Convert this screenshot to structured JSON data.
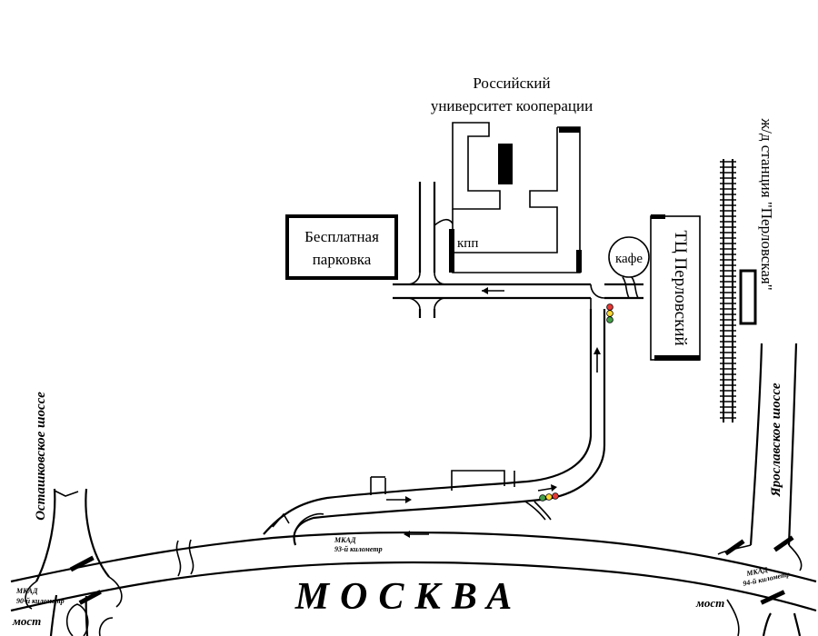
{
  "university": {
    "line1": "Российский",
    "line2": "университет кооперации"
  },
  "checkpoint": "кпп",
  "parking": {
    "line1": "Бесплатная",
    "line2": "парковка"
  },
  "cafe": "кафе",
  "mall": "ТЦ Перловский",
  "station": "ж/д станция \"Перловская\"",
  "highways": {
    "left": "Осташковское шоссе",
    "right": "Ярославское шоссе"
  },
  "mkad_labels": [
    {
      "line1": "МКАД",
      "line2": "90-й километр"
    },
    {
      "line1": "МКАД",
      "line2": "93-й километр"
    },
    {
      "line1": "МКАД",
      "line2": "94-й километр"
    }
  ],
  "bridge": "мост",
  "city": "МОСКВА",
  "colors": {
    "ink": "#000000",
    "background": "#ffffff",
    "light_red": "#e53935",
    "light_yellow": "#fdd835",
    "light_green": "#43a047"
  }
}
